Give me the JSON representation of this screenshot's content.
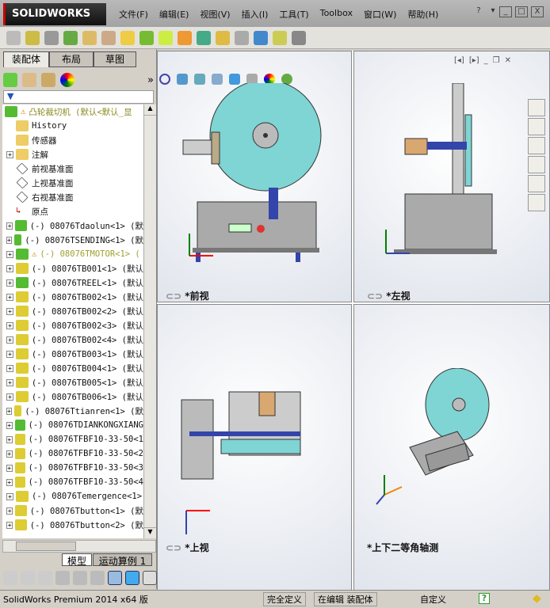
{
  "app": {
    "logo": "SOLIDWORKS"
  },
  "menu": [
    "文件(F)",
    "编辑(E)",
    "视图(V)",
    "插入(I)",
    "工具(T)",
    "Toolbox",
    "窗口(W)",
    "帮助(H)"
  ],
  "window_controls": [
    "?",
    "▾",
    "_",
    "□",
    "X"
  ],
  "left_tabs": [
    "装配体",
    "布局",
    "草图"
  ],
  "tree": {
    "root": "凸轮裁切机  (默认<默认_显",
    "items": [
      {
        "label": "History",
        "icon": "history-folder-icon"
      },
      {
        "label": "传感器",
        "icon": "sensor-folder-icon"
      },
      {
        "label": "注解",
        "icon": "annotation-folder-icon",
        "expand": true
      },
      {
        "label": "前视基准面",
        "icon": "plane-icon"
      },
      {
        "label": "上视基准面",
        "icon": "plane-icon"
      },
      {
        "label": "右视基准面",
        "icon": "plane-icon"
      },
      {
        "label": "原点",
        "icon": "origin-icon"
      },
      {
        "label": "(-) 08076Tdaolun<1> (默",
        "icon": "subassembly-icon",
        "expand": true
      },
      {
        "label": "(-) 08076TSENDING<1> (默",
        "icon": "subassembly-icon",
        "expand": true
      },
      {
        "label": "(-) 08076TMOTOR<1> (",
        "icon": "subassembly-icon",
        "expand": true,
        "warning": true
      },
      {
        "label": "(-) 08076TB001<1> (默认",
        "icon": "part-icon",
        "expand": true
      },
      {
        "label": "(-) 08076TREEL<1> (默认",
        "icon": "subassembly-icon",
        "expand": true
      },
      {
        "label": "(-) 08076TB002<1> (默认",
        "icon": "part-icon",
        "expand": true
      },
      {
        "label": "(-) 08076TB002<2> (默认",
        "icon": "part-icon",
        "expand": true
      },
      {
        "label": "(-) 08076TB002<3> (默认",
        "icon": "part-icon",
        "expand": true
      },
      {
        "label": "(-) 08076TB002<4> (默认",
        "icon": "part-icon",
        "expand": true
      },
      {
        "label": "(-) 08076TB003<1> (默认",
        "icon": "part-icon",
        "expand": true
      },
      {
        "label": "(-) 08076TB004<1> (默认",
        "icon": "part-icon",
        "expand": true
      },
      {
        "label": "(-) 08076TB005<1> (默认",
        "icon": "part-icon",
        "expand": true
      },
      {
        "label": "(-) 08076TB006<1> (默认",
        "icon": "part-icon",
        "expand": true
      },
      {
        "label": "(-) 08076Ttianren<1> (默",
        "icon": "part-icon",
        "expand": true
      },
      {
        "label": "(-) 08076TDIANKONGXIANG",
        "icon": "subassembly-icon",
        "expand": true
      },
      {
        "label": "(-) 08076TFBF10-33-50<1",
        "icon": "part-icon",
        "expand": true
      },
      {
        "label": "(-) 08076TFBF10-33-50<2",
        "icon": "part-icon",
        "expand": true
      },
      {
        "label": "(-) 08076TFBF10-33-50<3",
        "icon": "part-icon",
        "expand": true
      },
      {
        "label": "(-) 08076TFBF10-33-50<4",
        "icon": "part-icon",
        "expand": true
      },
      {
        "label": "(-) 08076Temergence<1>",
        "icon": "part-icon",
        "expand": true
      },
      {
        "label": "(-) 08076Tbutton<1> (默",
        "icon": "part-icon",
        "expand": true
      },
      {
        "label": "(-) 08076Tbutton<2> (默",
        "icon": "part-icon",
        "expand": true
      }
    ]
  },
  "bottom_tabs": [
    "模型",
    "运动算例 1"
  ],
  "viewports": [
    "*前视",
    "*左视",
    "*上视",
    "*上下二等角轴测"
  ],
  "status": {
    "product": "SolidWorks Premium 2014 x64 版",
    "definition": "完全定义",
    "editing": "在编辑 装配体",
    "units": "自定义"
  },
  "colors": {
    "reel": "#7fd4d4",
    "frame": "#9a9a9a",
    "accent": "#2244aa"
  }
}
